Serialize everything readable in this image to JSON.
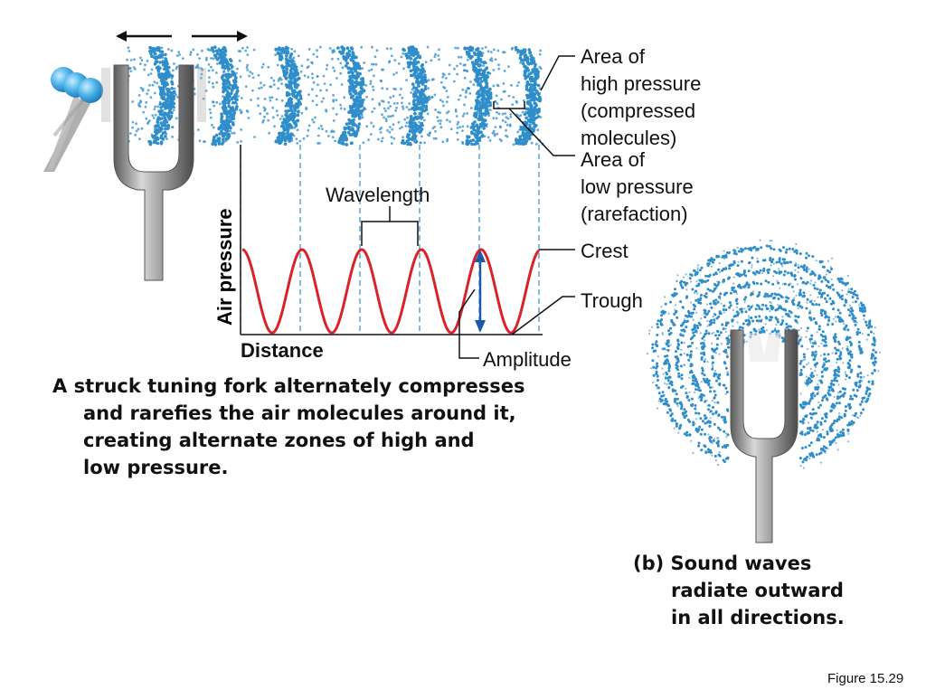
{
  "labels": {
    "high_pressure": [
      "Area of",
      "high pressure",
      "(compressed",
      "molecules)"
    ],
    "low_pressure": [
      "Area of",
      "low pressure",
      "(rarefaction)"
    ],
    "wavelength": "Wavelength",
    "crest": "Crest",
    "trough": "Trough",
    "amplitude": "Amplitude",
    "y_axis": "Air pressure",
    "x_axis": "Distance"
  },
  "caption_a": [
    "A struck tuning fork alternately compresses",
    "and rarefies the air molecules around it,",
    "creating alternate zones of high and",
    "low pressure."
  ],
  "caption_b": [
    "(b) Sound waves",
    "radiate outward",
    "in all directions."
  ],
  "figure_number": "Figure 15.29",
  "colors": {
    "wave": "#d9232a",
    "molecule": "#2f8ec9",
    "dashed_line": "#2f8ec9",
    "amplitude_arrow": "#1d5aa8",
    "fork": "#8a8a8a"
  },
  "icons": [
    "tuning-fork-icon",
    "mallet-icon",
    "double-arrow-icon"
  ]
}
